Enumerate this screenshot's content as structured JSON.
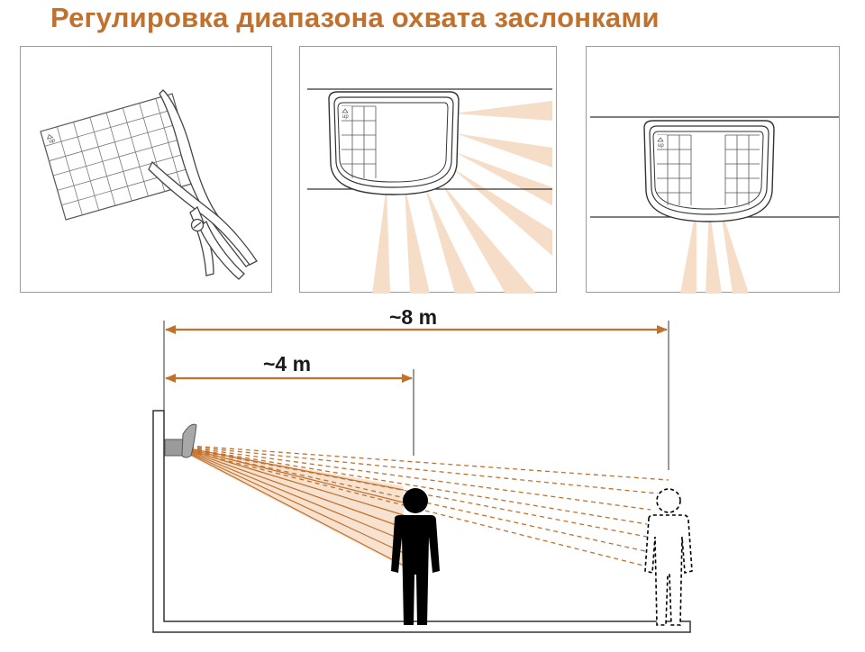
{
  "title": "Регулировка диапазона охвата заслонками",
  "panels": [
    {
      "id": "cut-grid-with-scissors",
      "up_mark": "up"
    },
    {
      "id": "sensor-full-shutter",
      "up_mark": "up"
    },
    {
      "id": "sensor-side-shutters",
      "up_mark": "up"
    }
  ],
  "distances": {
    "far_label": "~8 m",
    "near_label": "~4 m"
  },
  "colors": {
    "title": "#c0712e",
    "arrow": "#c0712e",
    "beam_fill": "#f6ddc8",
    "figure": "#000000"
  }
}
